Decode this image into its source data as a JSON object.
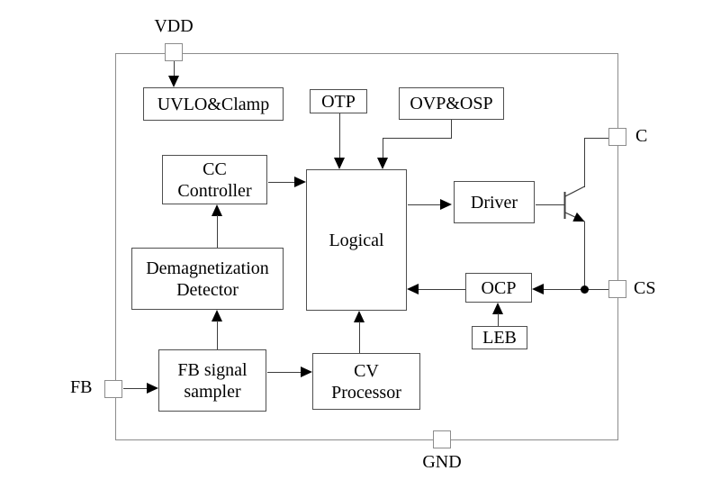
{
  "blocks": {
    "uvlo_clamp": {
      "label": "UVLO&Clamp"
    },
    "otp": {
      "label": "OTP"
    },
    "ovp_osp": {
      "label": "OVP&OSP"
    },
    "cc_controller": {
      "line1": "CC",
      "line2": "Controller"
    },
    "demagnetization_detector": {
      "line1": "Demagnetization",
      "line2": "Detector"
    },
    "logical": {
      "label": "Logical"
    },
    "driver": {
      "label": "Driver"
    },
    "ocp": {
      "label": "OCP"
    },
    "leb": {
      "label": "LEB"
    },
    "fb_signal_sampler": {
      "line1": "FB signal",
      "line2": "sampler"
    },
    "cv_processor": {
      "line1": "CV",
      "line2": "Processor"
    }
  },
  "pins": {
    "vdd": {
      "label": "VDD"
    },
    "c": {
      "label": "C"
    },
    "cs": {
      "label": "CS"
    },
    "gnd": {
      "label": "GND"
    },
    "fb": {
      "label": "FB"
    }
  },
  "colors": {
    "background": "#ffffff",
    "outer_border": "#8c8c8c",
    "block_border": "#4f4f4f",
    "wire": "#3c3c3c",
    "arrow": "#000000",
    "text": "#000000"
  }
}
